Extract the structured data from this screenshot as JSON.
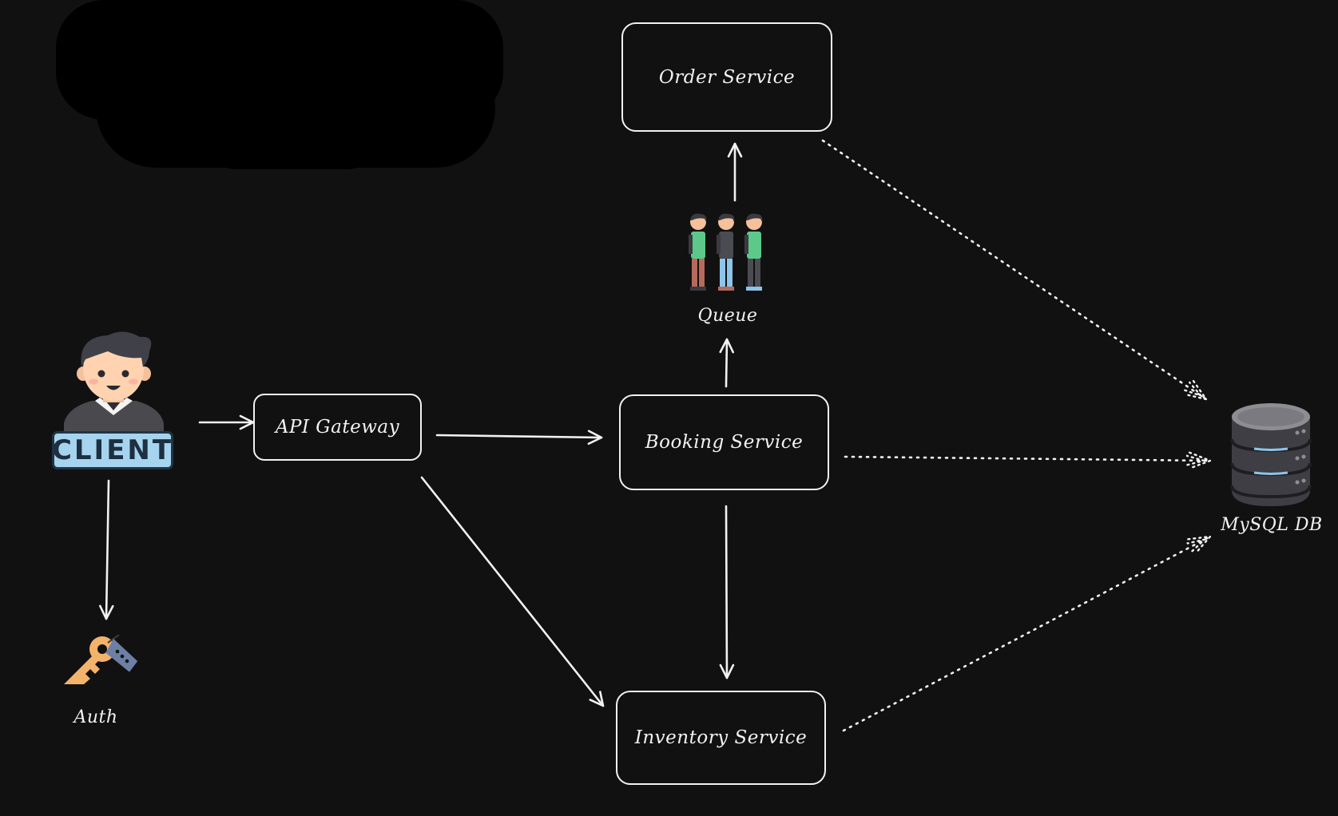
{
  "diagram": {
    "nodes": {
      "client": {
        "label": "CLIENT"
      },
      "auth": {
        "label": "Auth"
      },
      "api_gateway": {
        "label": "API Gateway"
      },
      "booking_service": {
        "label": "Booking Service"
      },
      "order_service": {
        "label": "Order Service"
      },
      "queue": {
        "label": "Queue"
      },
      "inventory_service": {
        "label": "Inventory Service"
      },
      "mysql_db": {
        "label": "MySQL DB"
      }
    },
    "edges": [
      {
        "from": "client",
        "to": "api_gateway",
        "style": "solid"
      },
      {
        "from": "client",
        "to": "auth",
        "style": "solid"
      },
      {
        "from": "api_gateway",
        "to": "booking_service",
        "style": "solid"
      },
      {
        "from": "api_gateway",
        "to": "inventory_service",
        "style": "solid"
      },
      {
        "from": "booking_service",
        "to": "queue",
        "style": "solid"
      },
      {
        "from": "queue",
        "to": "order_service",
        "style": "solid"
      },
      {
        "from": "booking_service",
        "to": "inventory_service",
        "style": "solid"
      },
      {
        "from": "order_service",
        "to": "mysql_db",
        "style": "dotted"
      },
      {
        "from": "booking_service",
        "to": "mysql_db",
        "style": "dotted"
      },
      {
        "from": "inventory_service",
        "to": "mysql_db",
        "style": "dotted"
      }
    ]
  },
  "colors": {
    "background": "#121112",
    "stroke": "#f2f2f2",
    "client_badge": "#a6d4ef"
  },
  "icons": {
    "client": "client-person-icon",
    "auth": "key-icon",
    "queue": "people-queue-icon",
    "mysql_db": "database-icon"
  }
}
